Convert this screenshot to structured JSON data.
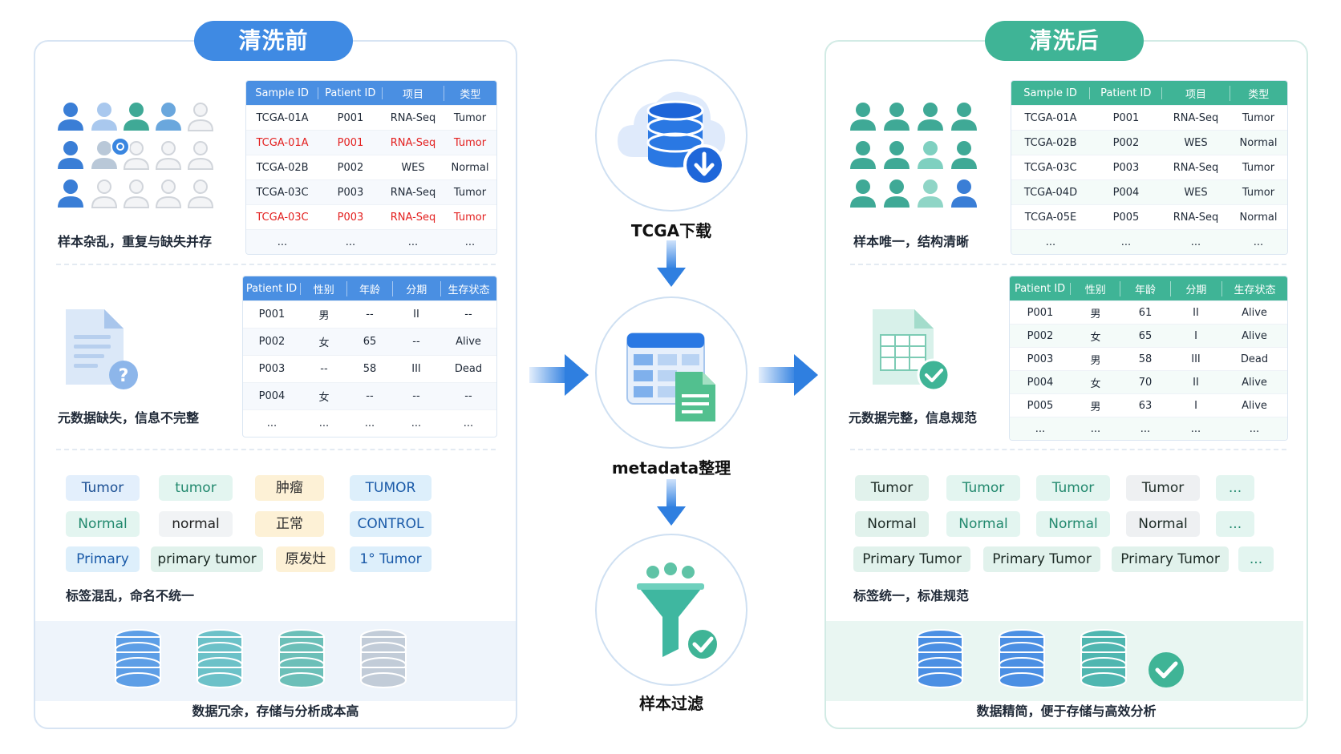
{
  "before": {
    "title": "清洗前",
    "samples_caption": "样本杂乱，重复与缺失并存",
    "sample_table": {
      "headers": [
        "Sample ID",
        "Patient ID",
        "项目",
        "类型"
      ],
      "rows": [
        {
          "cells": [
            "TCGA-01A",
            "P001",
            "RNA-Seq",
            "Tumor"
          ],
          "dup": false
        },
        {
          "cells": [
            "TCGA-01A",
            "P001",
            "RNA-Seq",
            "Tumor"
          ],
          "dup": true
        },
        {
          "cells": [
            "TCGA-02B",
            "P002",
            "WES",
            "Normal"
          ],
          "dup": false
        },
        {
          "cells": [
            "TCGA-03C",
            "P003",
            "RNA-Seq",
            "Tumor"
          ],
          "dup": false
        },
        {
          "cells": [
            "TCGA-03C",
            "P003",
            "RNA-Seq",
            "Tumor"
          ],
          "dup": true
        },
        {
          "cells": [
            "...",
            "...",
            "...",
            "..."
          ],
          "dup": false
        }
      ]
    },
    "meta_caption": "元数据缺失，信息不完整",
    "meta_table": {
      "headers": [
        "Patient ID",
        "性别",
        "年龄",
        "分期",
        "生存状态"
      ],
      "rows": [
        [
          "P001",
          "男",
          "--",
          "II",
          "--"
        ],
        [
          "P002",
          "女",
          "65",
          "--",
          "Alive"
        ],
        [
          "P003",
          "--",
          "58",
          "III",
          "Dead"
        ],
        [
          "P004",
          "女",
          "--",
          "--",
          "--"
        ],
        [
          "...",
          "...",
          "...",
          "...",
          "..."
        ]
      ]
    },
    "tags": {
      "row1": [
        "Tumor",
        "tumor",
        "肿瘤",
        "TUMOR"
      ],
      "row2": [
        "Normal",
        "normal",
        "正常",
        "CONTROL"
      ],
      "row3": [
        "Primary",
        "primary tumor",
        "原发灶",
        "1° Tumor"
      ]
    },
    "tags_caption": "标签混乱，命名不统一",
    "storage_caption": "数据冗余，存储与分析成本高"
  },
  "pipeline": {
    "step1": "TCGA下载",
    "step2": "metadata整理",
    "step3": "样本过滤"
  },
  "after": {
    "title": "清洗后",
    "samples_caption": "样本唯一，结构清晰",
    "sample_table": {
      "headers": [
        "Sample ID",
        "Patient ID",
        "项目",
        "类型"
      ],
      "rows": [
        [
          "TCGA-01A",
          "P001",
          "RNA-Seq",
          "Tumor"
        ],
        [
          "TCGA-02B",
          "P002",
          "WES",
          "Normal"
        ],
        [
          "TCGA-03C",
          "P003",
          "RNA-Seq",
          "Tumor"
        ],
        [
          "TCGA-04D",
          "P004",
          "WES",
          "Tumor"
        ],
        [
          "TCGA-05E",
          "P005",
          "RNA-Seq",
          "Normal"
        ],
        [
          "...",
          "...",
          "...",
          "..."
        ]
      ]
    },
    "meta_caption": "元数据完整，信息规范",
    "meta_table": {
      "headers": [
        "Patient ID",
        "性别",
        "年龄",
        "分期",
        "生存状态"
      ],
      "rows": [
        [
          "P001",
          "男",
          "61",
          "II",
          "Alive"
        ],
        [
          "P002",
          "女",
          "65",
          "I",
          "Alive"
        ],
        [
          "P003",
          "男",
          "58",
          "III",
          "Dead"
        ],
        [
          "P004",
          "女",
          "70",
          "II",
          "Alive"
        ],
        [
          "P005",
          "男",
          "63",
          "I",
          "Alive"
        ],
        [
          "...",
          "...",
          "...",
          "...",
          "..."
        ]
      ]
    },
    "tags": {
      "row1": [
        "Tumor",
        "Tumor",
        "Tumor",
        "Tumor",
        "..."
      ],
      "row2": [
        "Normal",
        "Normal",
        "Normal",
        "Normal",
        "..."
      ],
      "row3": [
        "Primary Tumor",
        "Primary Tumor",
        "Primary Tumor",
        "..."
      ]
    },
    "tags_caption": "标签统一，标准规范",
    "storage_caption": "数据精简，便于存储与高效分析"
  },
  "colors": {
    "before_accent": "#3f8ae3",
    "after_accent": "#3fb496",
    "duplicate": "#e3201f",
    "arrow": "#2f7fe0"
  },
  "icons": [
    "person-icon",
    "document-question-icon",
    "spreadsheet-check-icon",
    "database-icon",
    "cloud-download-icon",
    "table-document-icon",
    "funnel-check-icon",
    "arrow-right-icon",
    "arrow-down-icon",
    "check-circle-icon"
  ]
}
